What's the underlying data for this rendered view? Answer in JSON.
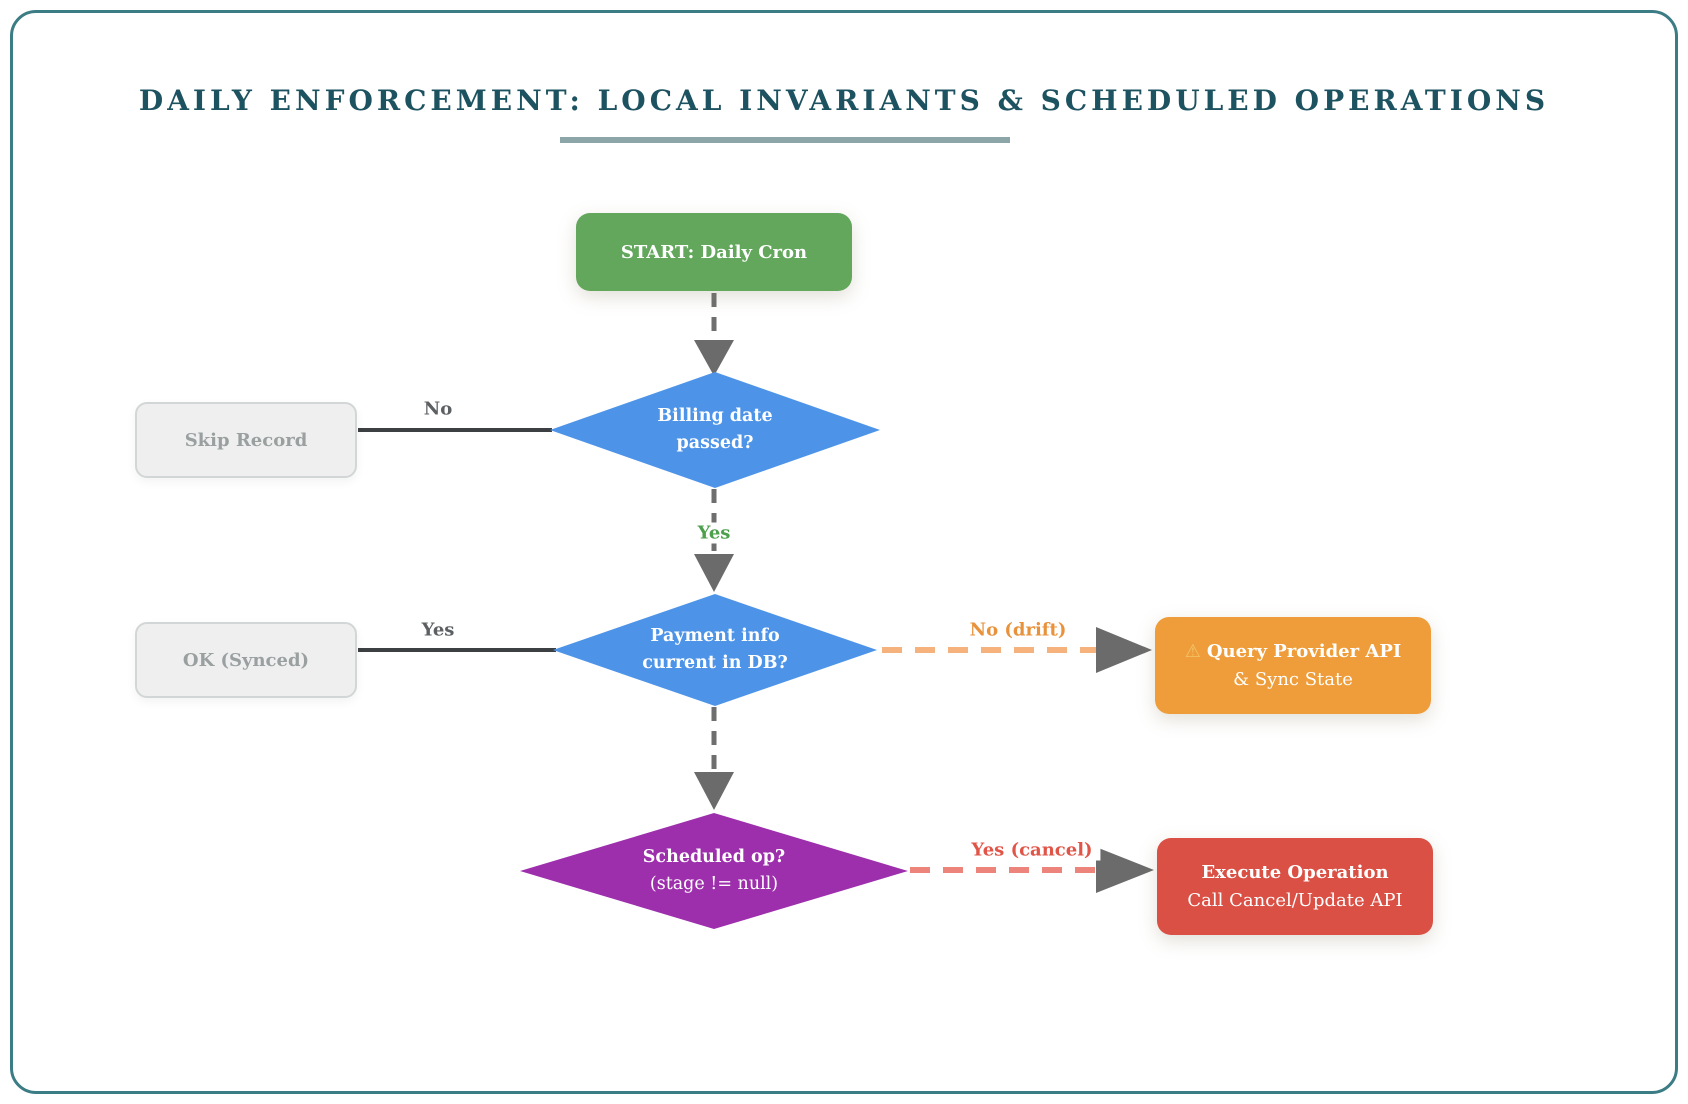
{
  "title": {
    "text": "DAILY ENFORCEMENT: LOCAL INVARIANTS & SCHEDULED OPERATIONS"
  },
  "nodes": {
    "start": {
      "label": "START: Daily Cron",
      "color": "#62a75c"
    },
    "billing_decision": {
      "line1": "Billing date",
      "line2": "passed?",
      "color": "#4d94e8"
    },
    "skip_record": {
      "label": "Skip Record",
      "color": "#efefef"
    },
    "payment_decision": {
      "line1": "Payment info",
      "line2": "current in DB?",
      "color": "#4d94e8"
    },
    "ok_synced": {
      "label": "OK (Synced)",
      "color": "#efefef"
    },
    "query_provider": {
      "icon": "⚠",
      "line1": "Query Provider API",
      "line2": "& Sync State",
      "color": "#ef9d3a"
    },
    "scheduled_decision": {
      "line1": "Scheduled op?",
      "line2": "(stage != null)",
      "color": "#9d2fad"
    },
    "execute_operation": {
      "line1": "Execute Operation",
      "line2": "Call Cancel/Update API",
      "color": "#da5045"
    }
  },
  "edges": {
    "billing_no": {
      "label": "No",
      "color": "#5c6063"
    },
    "billing_yes": {
      "label": "Yes",
      "color": "#4ca04c"
    },
    "payment_yes": {
      "label": "Yes",
      "color": "#5c6063"
    },
    "payment_no_drift": {
      "label": "No (drift)",
      "color": "#e8923c"
    },
    "scheduled_yes_cancel": {
      "label": "Yes (cancel)",
      "color": "#e05548"
    }
  },
  "colors": {
    "frame_border": "#3b7c85",
    "title_text": "#1d5260",
    "title_underline": "#8ba5a8",
    "solid_edge": "#3d4042",
    "dashed_edge_gray": "#6e6e6e",
    "dashed_edge_orange": "#f5b27c",
    "dashed_edge_salmon": "#ed847c",
    "arrowhead": "#6b6b6b"
  }
}
